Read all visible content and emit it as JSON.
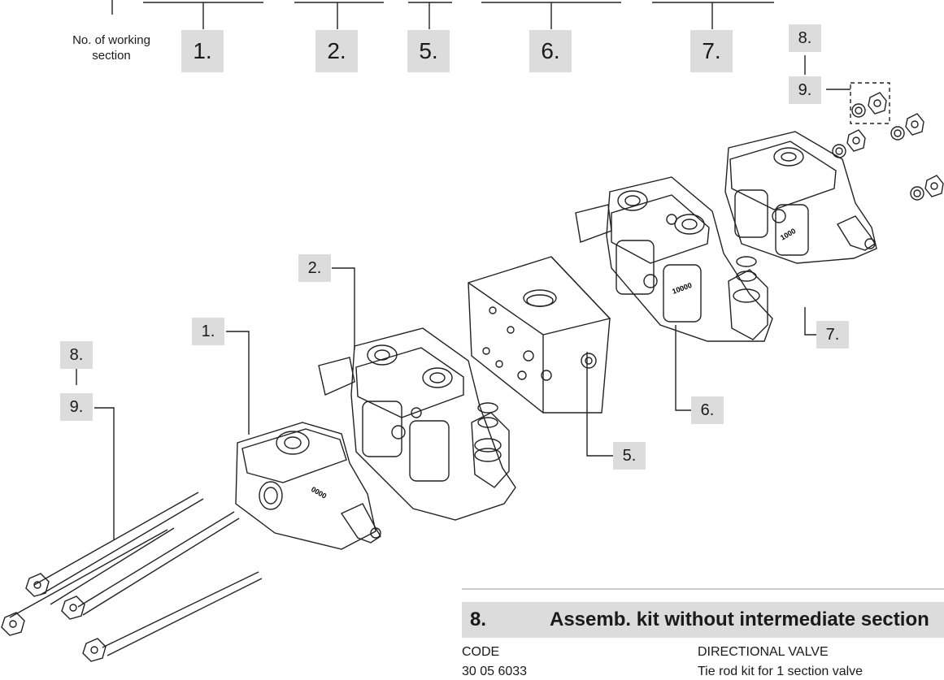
{
  "header": {
    "working_section_label": "No. of working\nsection",
    "callouts": [
      "1.",
      "2.",
      "5.",
      "6.",
      "7.",
      "8.",
      "9."
    ]
  },
  "diagram": {
    "callouts": {
      "c1": "1.",
      "c2": "2.",
      "c5": "5.",
      "c6": "6.",
      "c7": "7.",
      "c8_left": "8.",
      "c9_left": "9."
    },
    "stamps": {
      "inlet": "0000",
      "section_a": "10000",
      "outlet": "1000"
    }
  },
  "table": {
    "number": "8.",
    "title": "Assemb. kit without intermediate section",
    "col1_header": "CODE",
    "col2_header": "DIRECTIONAL VALVE",
    "rows": [
      {
        "code": "30 05 6033",
        "description": "Tie rod kit for 1 section valve"
      }
    ]
  }
}
